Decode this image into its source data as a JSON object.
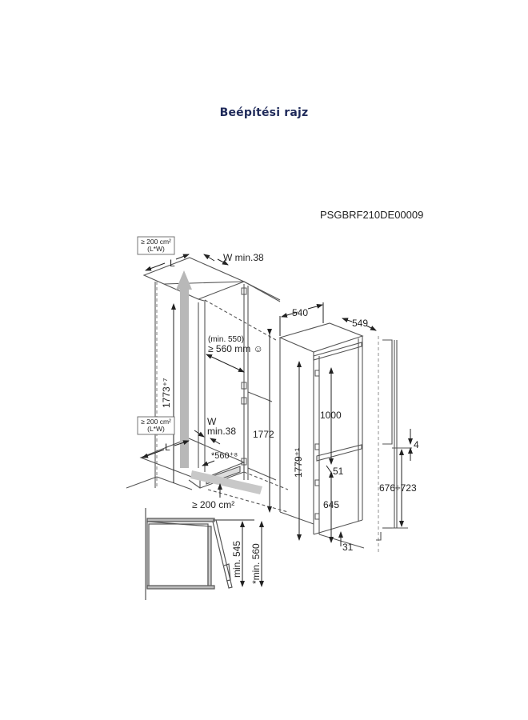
{
  "page": {
    "title": "Beépítési rajz",
    "drawing_code": "PSGBRF210DE00009"
  },
  "colors": {
    "title": "#1f2a5a",
    "line": "#555555",
    "airflow_arrow": "#b0b0b0",
    "text": "#222222"
  },
  "labels": {
    "vent_top_area": "≥ 200 cm²",
    "vent_top_lw": "(L*W)",
    "top_L": "L",
    "top_W": "W min.38",
    "vent_bottom_area": "≥ 200 cm²",
    "vent_bottom_lw": "(L*W)",
    "bottom_L": "L",
    "bottom_W_letter": "W",
    "bottom_W_min": "min.38",
    "niche_height": "1773⁺⁷",
    "depth_min": "(min. 550)",
    "depth_rec": "≥ 560 mm ☺",
    "niche_depth": "*560⁺⁸",
    "plinth_vent": "≥ 200 cm²",
    "cabinet_height": "1772",
    "appliance_width": "540",
    "appliance_depth": "549",
    "appliance_height": "1779⁺¹",
    "upper_door": "1000",
    "door_gap": "51",
    "lower_door": "645",
    "bottom_offset": "31",
    "rail_gap": "4",
    "rail_range": "676÷723",
    "side_min_545": "min. 545",
    "side_min_560": "*min. 560"
  }
}
